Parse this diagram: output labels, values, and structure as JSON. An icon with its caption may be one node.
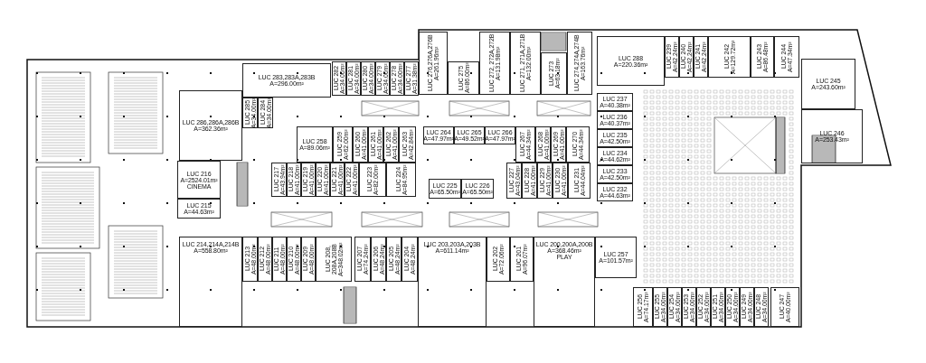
{
  "diagram": {
    "nodes": [
      {
        "text": [
          "LUC 286,286A,286B",
          "A=362.36m²"
        ]
      },
      {
        "text": [
          "LUC 283,283A,283B",
          "A=296.00m²"
        ]
      },
      {
        "text": [
          "LUC 285",
          "A=34.00m²"
        ]
      },
      {
        "text": [
          "LUC 284",
          "A=34.00m²"
        ]
      },
      {
        "text": [
          "LUC 282",
          "A=34.00m²"
        ]
      },
      {
        "text": [
          "LUC 281",
          "A=34.00m²"
        ]
      },
      {
        "text": [
          "LUC 280",
          "A=34.00m²"
        ]
      },
      {
        "text": [
          "LUC 279",
          "A=34.00m²"
        ]
      },
      {
        "text": [
          "LUC 278",
          "A=34.00m²"
        ]
      },
      {
        "text": [
          "LUC 277",
          "A=31.38m²"
        ]
      },
      {
        "text": [
          "LUC 276,276A,276B",
          "A=261.96m²"
        ]
      },
      {
        "text": [
          "LUC 275",
          "A=86.00m²"
        ]
      },
      {
        "text": [
          "LUC 272, 272A,272B",
          "A=131.98m²"
        ]
      },
      {
        "text": [
          "LUC 271, 271A,271B",
          "A=132.00m²"
        ]
      },
      {
        "text": [
          "LUC 273",
          "A=63.18m²"
        ]
      },
      {
        "text": [
          "LUC 274,274A,274B",
          "A=163.76m²"
        ]
      },
      {
        "text": [
          "LUC 288",
          "A=220.36m²"
        ]
      },
      {
        "text": [
          "LUC 239",
          "A=42.24m²"
        ]
      },
      {
        "text": [
          "LUC 240",
          "A=42.24m²"
        ]
      },
      {
        "text": [
          "LUC 241",
          "A=42.24m²"
        ]
      },
      {
        "text": [
          "LUC 242",
          "A=129.72m²"
        ]
      },
      {
        "text": [
          "LUC 243",
          "A=86.48m²"
        ]
      },
      {
        "text": [
          "LUC 244",
          "A=47.34m²"
        ]
      },
      {
        "text": [
          "LUC 245",
          "A=243.60m²"
        ]
      },
      {
        "text": [
          "LUC 246",
          "A=253.43m²"
        ]
      },
      {
        "text": [
          "LUC 237",
          "A=40.38m²"
        ]
      },
      {
        "text": [
          "LUC 236",
          "A=40.37m²"
        ]
      },
      {
        "text": [
          "LUC 235",
          "A=42.50m²"
        ]
      },
      {
        "text": [
          "LUC 234",
          "A=44.62m²"
        ]
      },
      {
        "text": [
          "LUC 233",
          "A=42.50m²"
        ]
      },
      {
        "text": [
          "LUC 232",
          "A=44.63m²"
        ]
      },
      {
        "text": [
          "LUC 258",
          "A=89.06m²"
        ]
      },
      {
        "text": [
          "LUC 259",
          "A=62.00m²"
        ]
      },
      {
        "text": [
          "LUC 260",
          "A=41.00m²"
        ]
      },
      {
        "text": [
          "LUC 261",
          "A=41.00m²"
        ]
      },
      {
        "text": [
          "LUC 262",
          "A=41.00m²"
        ]
      },
      {
        "text": [
          "LUC 263",
          "A=42.84m²"
        ]
      },
      {
        "text": [
          "LUC 264",
          "A=47.97m²"
        ]
      },
      {
        "text": [
          "LUC 265",
          "A=49.52m²"
        ]
      },
      {
        "text": [
          "LUC 266",
          "A=47.97m²"
        ]
      },
      {
        "text": [
          "LUC 267",
          "A=44.34m²"
        ]
      },
      {
        "text": [
          "LUC 268",
          "A=41.00m²"
        ]
      },
      {
        "text": [
          "LUC 269",
          "A=41.00m²"
        ]
      },
      {
        "text": [
          "LUC 270",
          "A=44.34m²"
        ]
      },
      {
        "text": [
          "LUC 217",
          "A=43.94m²"
        ]
      },
      {
        "text": [
          "LUC 218",
          "A=41.00m²"
        ]
      },
      {
        "text": [
          "LUC 219",
          "A=41.00m²"
        ]
      },
      {
        "text": [
          "LUC 220",
          "A=41.00m²"
        ]
      },
      {
        "text": [
          "LUC 221",
          "A=41.00m²"
        ]
      },
      {
        "text": [
          "LUC 222",
          "A=41.00m²"
        ]
      },
      {
        "text": [
          "LUC 223",
          "A=82.00m²"
        ]
      },
      {
        "text": [
          "LUC 224",
          "A=84.95m²"
        ]
      },
      {
        "text": [
          "LUC 225",
          "A=65.50m²"
        ]
      },
      {
        "text": [
          "LUC 226",
          "A=65.50m²"
        ]
      },
      {
        "text": [
          "LUC 227",
          "A=43.04m²"
        ]
      },
      {
        "text": [
          "LUC 228",
          "A=41.00m²"
        ]
      },
      {
        "text": [
          "LUC 229",
          "A=41.00m²"
        ]
      },
      {
        "text": [
          "LUC 230",
          "A=41.00m²"
        ]
      },
      {
        "text": [
          "LUC 231",
          "A=44.04m²"
        ]
      },
      {
        "text": [
          "LUC 216",
          "A=2524.01m²",
          "CINEMA"
        ]
      },
      {
        "text": [
          "LUC 215",
          "A=44.63m²"
        ]
      },
      {
        "text": [
          "LUC 214,214A,214B",
          "A=558.80m²"
        ]
      },
      {
        "text": [
          "LUC 213",
          "A=48.00m²"
        ]
      },
      {
        "text": [
          "LUC 212",
          "A=48.00m²"
        ]
      },
      {
        "text": [
          "LUC 211",
          "A=48.00m²"
        ]
      },
      {
        "text": [
          "LUC 210",
          "A=48.00m²"
        ]
      },
      {
        "text": [
          "LUC 209",
          "A=48.00m²"
        ]
      },
      {
        "text": [
          "LUC 208, 208A,208B",
          "A=348.02m²"
        ]
      },
      {
        "text": [
          "LUC 207",
          "A=74.24m²"
        ]
      },
      {
        "text": [
          "LUC 206",
          "A=48.24m²"
        ]
      },
      {
        "text": [
          "LUC 205",
          "A=48.24m²"
        ]
      },
      {
        "text": [
          "LUC 204",
          "A=48.24m²"
        ]
      },
      {
        "text": [
          "LUC 203,203A,203B",
          "A=611.14m²"
        ]
      },
      {
        "text": [
          "LUC 202",
          "A=72.06m²"
        ]
      },
      {
        "text": [
          "LUC 201",
          "A=96.07m²"
        ]
      },
      {
        "text": [
          "LUC 200,200A,200B",
          "A=368.46m²",
          "PLAY"
        ]
      },
      {
        "text": [
          "LUC 257",
          "A=101.57m²"
        ]
      },
      {
        "text": [
          "LUC 256",
          "A=74.17m²"
        ]
      },
      {
        "text": [
          "LUC 255",
          "A=34.00m²"
        ]
      },
      {
        "text": [
          "LUC 254",
          "A=34.00m²"
        ]
      },
      {
        "text": [
          "LUC 253",
          "A=34.00m²"
        ]
      },
      {
        "text": [
          "LUC 252",
          "A=34.00m²"
        ]
      },
      {
        "text": [
          "LUC 251",
          "A=34.00m²"
        ]
      },
      {
        "text": [
          "LUC 250",
          "A=34.00m²"
        ]
      },
      {
        "text": [
          "LUC 249",
          "A=34.00m²"
        ]
      },
      {
        "text": [
          "LUC 248",
          "A=34.00m²"
        ]
      },
      {
        "text": [
          "LUC 247",
          "A=40.00m²"
        ]
      }
    ]
  }
}
